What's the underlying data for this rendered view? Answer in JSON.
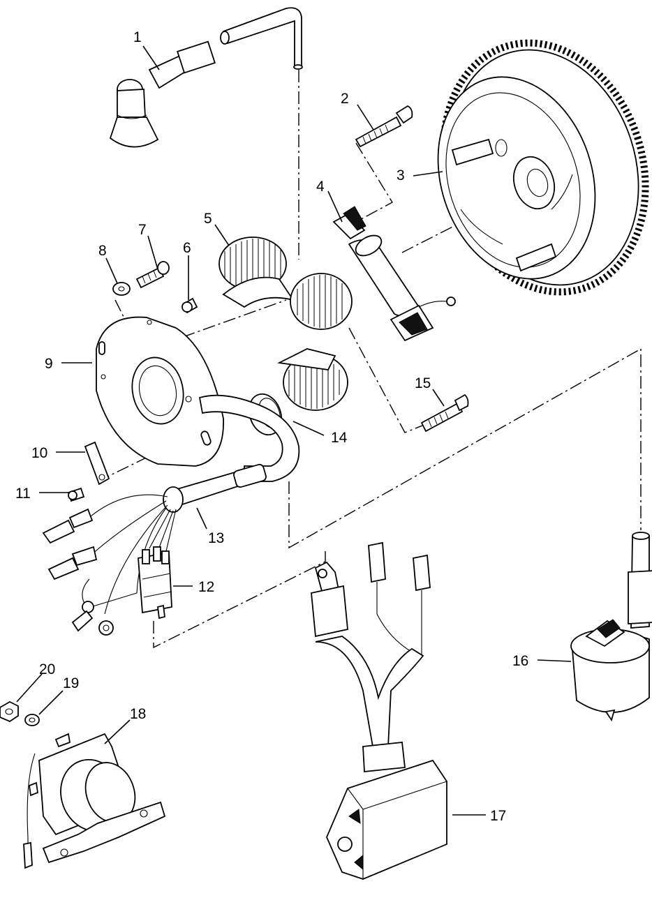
{
  "callouts": [
    {
      "id": "c1",
      "number": "1"
    },
    {
      "id": "c2",
      "number": "2"
    },
    {
      "id": "c3",
      "number": "3"
    },
    {
      "id": "c4",
      "number": "4"
    },
    {
      "id": "c5",
      "number": "5"
    },
    {
      "id": "c6",
      "number": "6"
    },
    {
      "id": "c7",
      "number": "7"
    },
    {
      "id": "c8",
      "number": "8"
    },
    {
      "id": "c9",
      "number": "9"
    },
    {
      "id": "c10",
      "number": "10"
    },
    {
      "id": "c11",
      "number": "11"
    },
    {
      "id": "c12",
      "number": "12"
    },
    {
      "id": "c13",
      "number": "13"
    },
    {
      "id": "c14",
      "number": "14"
    },
    {
      "id": "c15",
      "number": "15"
    },
    {
      "id": "c16",
      "number": "16"
    },
    {
      "id": "c17",
      "number": "17"
    },
    {
      "id": "c18",
      "number": "18"
    },
    {
      "id": "c19",
      "number": "19"
    },
    {
      "id": "c20",
      "number": "20"
    }
  ],
  "colors": {
    "ink": "#000000",
    "paper": "#ffffff"
  }
}
